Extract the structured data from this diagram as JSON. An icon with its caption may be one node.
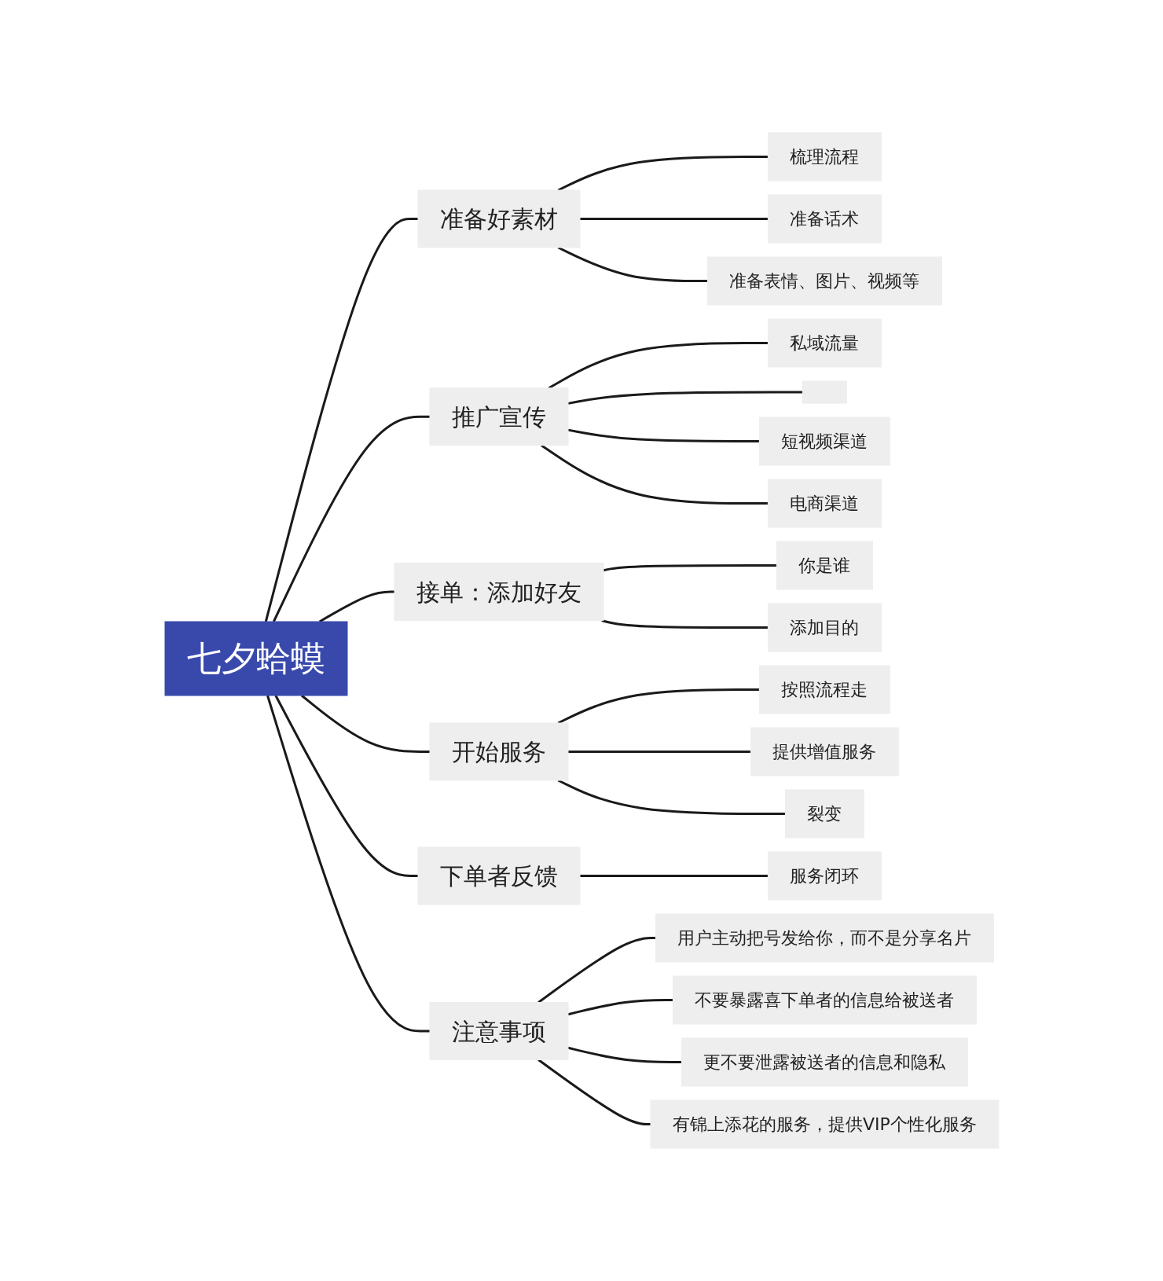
{
  "diagram": {
    "nodes": [
      {
        "text": [
          "七夕蛤蟆"
        ]
      },
      {
        "text": [
          "准备好素材"
        ]
      },
      {
        "text": [
          "梳理流程"
        ]
      },
      {
        "text": [
          "准备话术"
        ]
      },
      {
        "text": [
          "准备表情、图片、视频等"
        ]
      },
      {
        "text": [
          "推广宣传"
        ]
      },
      {
        "text": [
          "私域流量"
        ]
      },
      {
        "text": [],
        "shape": "box"
      },
      {
        "text": [
          "短视频渠道"
        ]
      },
      {
        "text": [
          "电商渠道"
        ]
      },
      {
        "text": [
          "接单：添加好友"
        ]
      },
      {
        "text": [
          "你是谁"
        ]
      },
      {
        "text": [
          "添加目的"
        ]
      },
      {
        "text": [
          "开始服务"
        ]
      },
      {
        "text": [
          "按照流程走"
        ]
      },
      {
        "text": [
          "提供增值服务"
        ]
      },
      {
        "text": [
          "裂变"
        ]
      },
      {
        "text": [
          "下单者反馈"
        ]
      },
      {
        "text": [
          "服务闭环"
        ]
      },
      {
        "text": [
          "注意事项"
        ]
      },
      {
        "text": [
          "用户主动把号发给你，而不是分享名片"
        ]
      },
      {
        "text": [
          "不要暴露喜下单者的信息给被送者"
        ]
      },
      {
        "text": [
          "更不要泄露被送者的信息和隐私"
        ]
      },
      {
        "text": [
          "有锦上添花的服务，提供VIP个性化服务"
        ]
      }
    ],
    "edges": [
      {
        "from": 0,
        "to": 1,
        "arrow": "none"
      },
      {
        "from": 1,
        "to": 2,
        "arrow": "none"
      },
      {
        "from": 1,
        "to": 3,
        "arrow": "none"
      },
      {
        "from": 1,
        "to": 4,
        "arrow": "none"
      },
      {
        "from": 0,
        "to": 5,
        "arrow": "none"
      },
      {
        "from": 5,
        "to": 6,
        "arrow": "none"
      },
      {
        "from": 5,
        "to": 7,
        "arrow": "none"
      },
      {
        "from": 5,
        "to": 8,
        "arrow": "none"
      },
      {
        "from": 5,
        "to": 9,
        "arrow": "none"
      },
      {
        "from": 0,
        "to": 10,
        "arrow": "none"
      },
      {
        "from": 10,
        "to": 11,
        "arrow": "none"
      },
      {
        "from": 10,
        "to": 12,
        "arrow": "none"
      },
      {
        "from": 0,
        "to": 13,
        "arrow": "none"
      },
      {
        "from": 13,
        "to": 14,
        "arrow": "none"
      },
      {
        "from": 13,
        "to": 15,
        "arrow": "none"
      },
      {
        "from": 13,
        "to": 16,
        "arrow": "none"
      },
      {
        "from": 0,
        "to": 17,
        "arrow": "none"
      },
      {
        "from": 17,
        "to": 18,
        "arrow": "none"
      },
      {
        "from": 0,
        "to": 19,
        "arrow": "none"
      },
      {
        "from": 19,
        "to": 20,
        "arrow": "none"
      },
      {
        "from": 19,
        "to": 21,
        "arrow": "none"
      },
      {
        "from": 19,
        "to": 22,
        "arrow": "none"
      },
      {
        "from": 19,
        "to": 23,
        "arrow": "none"
      }
    ]
  }
}
